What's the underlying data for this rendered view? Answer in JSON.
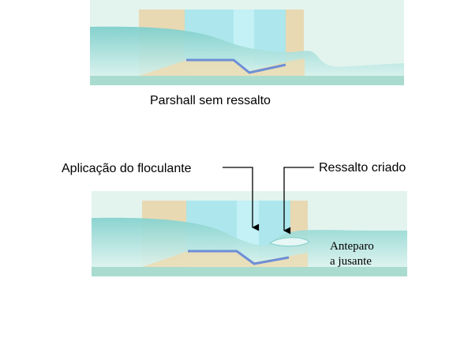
{
  "diagram_top": {
    "caption": "Parshall sem ressalto"
  },
  "diagram_bottom": {
    "label_flocculant": "Aplicação do floculante",
    "label_jump": "Ressalto criado",
    "label_baffle_line1": "Anteparo",
    "label_baffle_line2": "a jusante"
  },
  "colors": {
    "channel_bg": "#e3f4ee",
    "water": "#8fd3cf",
    "water_light": "#c9ece7",
    "flume_wall": "#e8d6ac",
    "throat": "#9fe3ea",
    "floor": "#a9dccf",
    "flume_floor_line": "#6d8fd6"
  }
}
